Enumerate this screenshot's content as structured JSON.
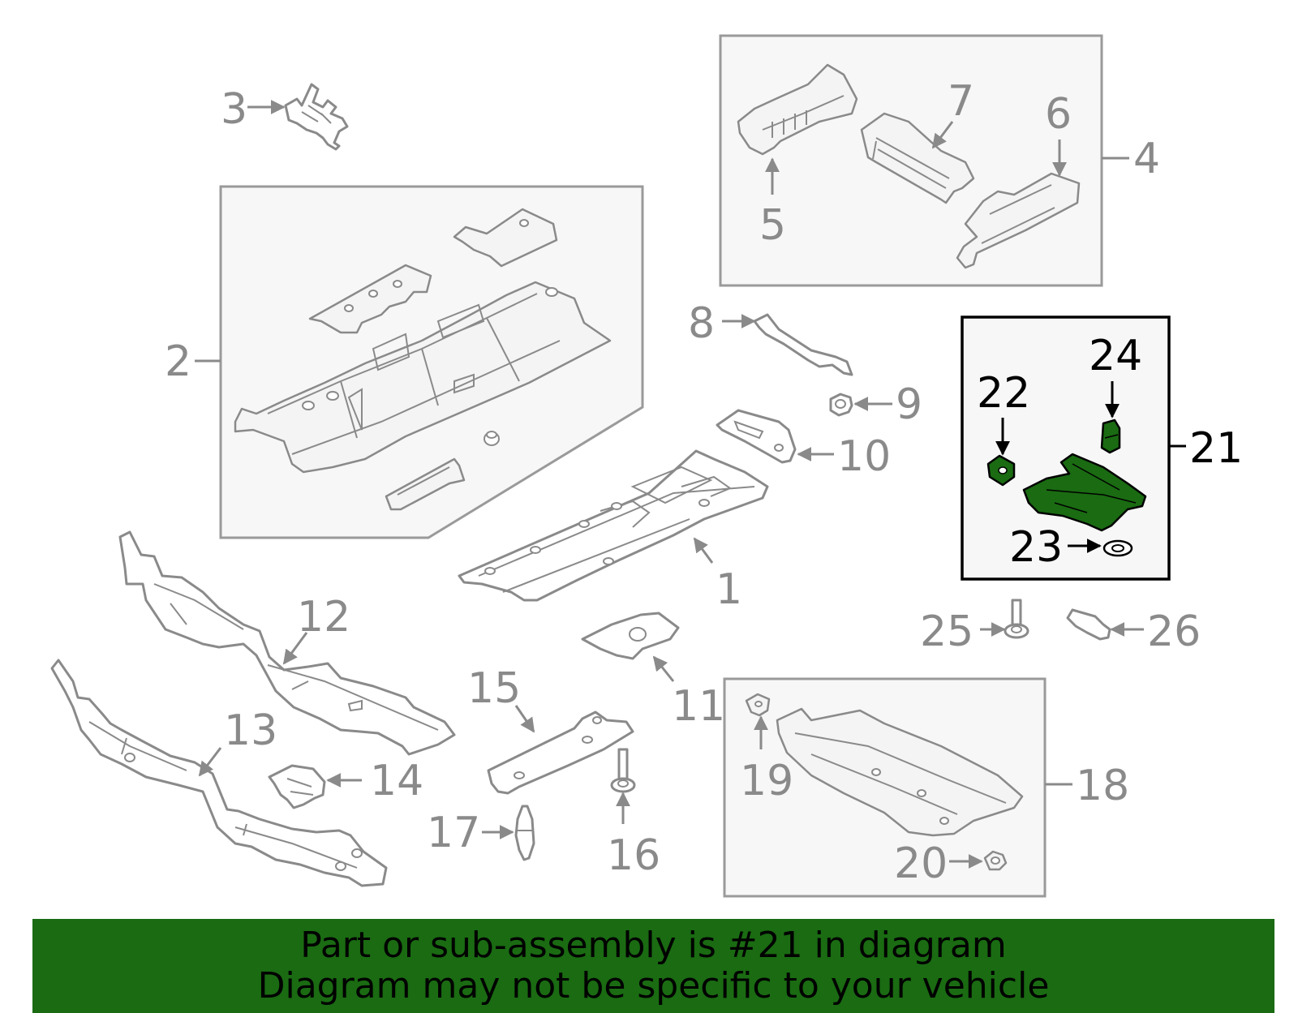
{
  "diagram": {
    "callouts": [
      "1",
      "2",
      "3",
      "4",
      "5",
      "6",
      "7",
      "8",
      "9",
      "10",
      "11",
      "12",
      "13",
      "14",
      "15",
      "16",
      "17",
      "18",
      "19",
      "20",
      "21",
      "22",
      "23",
      "24",
      "25",
      "26"
    ],
    "highlighted_part": "21",
    "highlight_color": "#1a6b12",
    "outline_color": "#8a8a8a"
  },
  "banner": {
    "line1": "Part or sub-assembly is #21 in diagram",
    "line2": "Diagram may not be specific to your vehicle",
    "background": "#1a6b12"
  }
}
